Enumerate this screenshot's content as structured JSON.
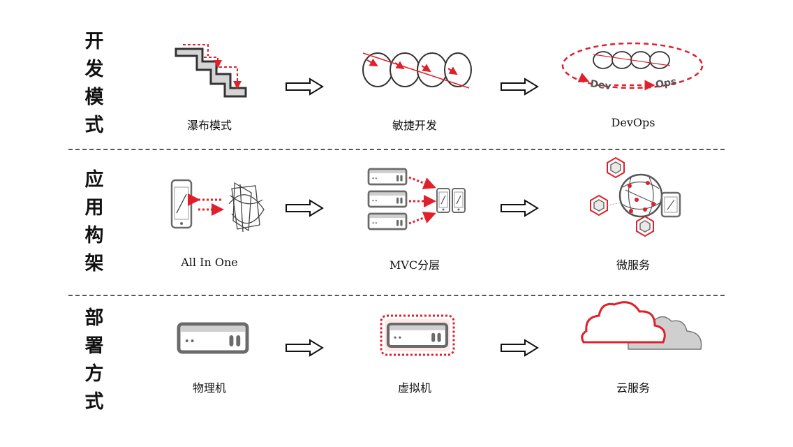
{
  "rows": [
    {
      "label": "开发模式",
      "chars": [
        "开",
        "发",
        "模",
        "式"
      ],
      "items": [
        "瀑布模式",
        "敏捷开发",
        "DevOps"
      ],
      "devops_icon": {
        "dev": "Dev",
        "ops": "Ops"
      }
    },
    {
      "label": "应用构架",
      "chars": [
        "应",
        "用",
        "构",
        "架"
      ],
      "items": [
        "All In One",
        "MVC分层",
        "微服务"
      ]
    },
    {
      "label": "部署方式",
      "chars": [
        "部",
        "署",
        "方",
        "式"
      ],
      "items": [
        "物理机",
        "虚拟机",
        "云服务"
      ]
    }
  ],
  "colors": {
    "accent": "#e0202a",
    "gray": "#6a6a6a",
    "light_gray": "#d7d7d7"
  }
}
